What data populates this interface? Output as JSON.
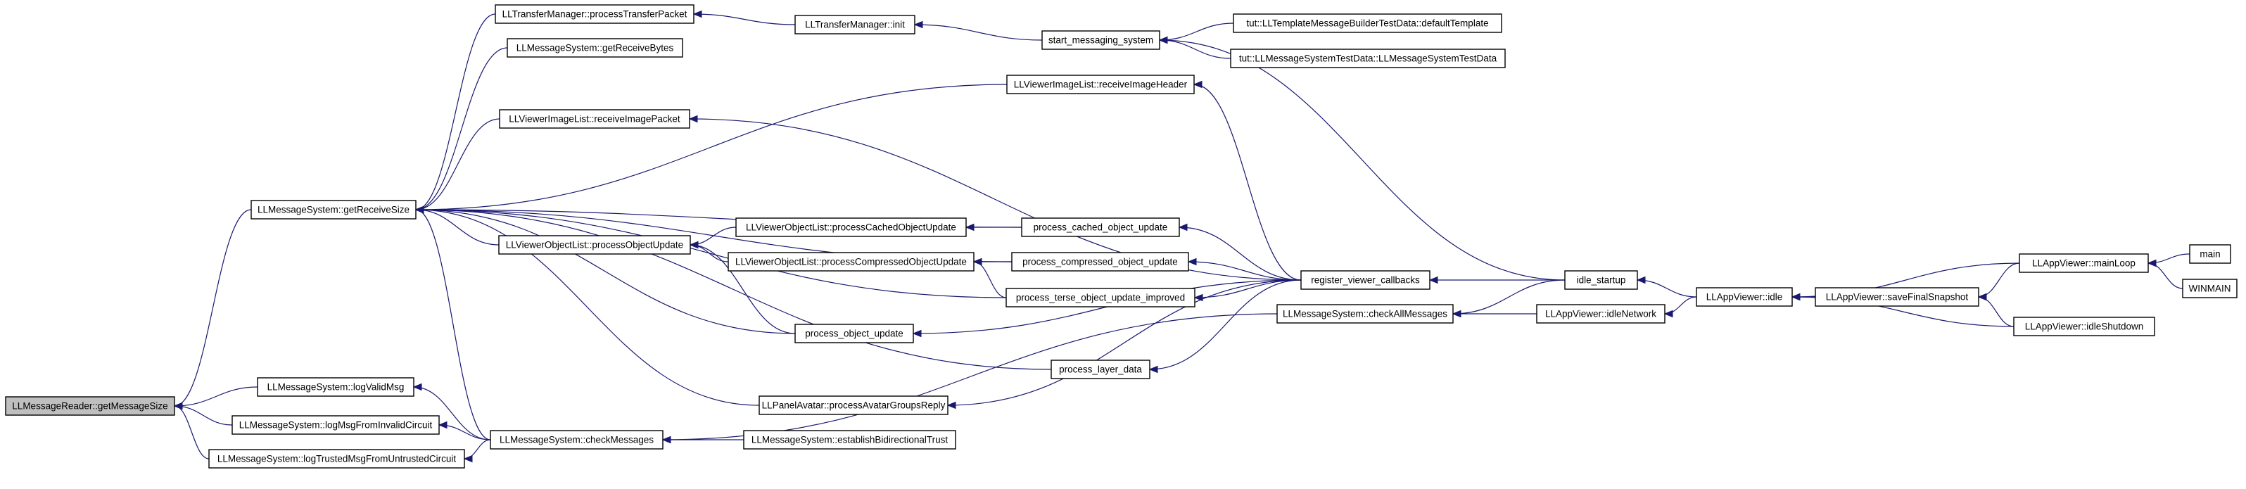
{
  "diagram": {
    "type": "call-graph",
    "edge_color": "#191970",
    "root_fill": "#bfbfbf",
    "nodes": [
      {
        "id": "getMessageSize",
        "label": "LLMessageReader::getMessageSize",
        "root": true
      },
      {
        "id": "getReceiveSize",
        "label": "LLMessageSystem::getReceiveSize"
      },
      {
        "id": "logValidMsg",
        "label": "LLMessageSystem::logValidMsg"
      },
      {
        "id": "logMsgFromInvalidCircuit",
        "label": "LLMessageSystem::logMsgFromInvalidCircuit"
      },
      {
        "id": "logTrustedMsgFromUntrustedCircuit",
        "label": "LLMessageSystem::logTrustedMsgFromUntrustedCircuit"
      },
      {
        "id": "processTransferPacket",
        "label": "LLTransferManager::processTransferPacket"
      },
      {
        "id": "getReceiveBytes",
        "label": "LLMessageSystem::getReceiveBytes"
      },
      {
        "id": "receiveImagePacket",
        "label": "LLViewerImageList::receiveImagePacket"
      },
      {
        "id": "processObjectUpdate",
        "label": "LLViewerObjectList::processObjectUpdate"
      },
      {
        "id": "processAvatarGroupsReply",
        "label": "LLPanelAvatar::processAvatarGroupsReply"
      },
      {
        "id": "checkMessages",
        "label": "LLMessageSystem::checkMessages"
      },
      {
        "id": "transferInit",
        "label": "LLTransferManager::init"
      },
      {
        "id": "processCachedObjectUpdate",
        "label": "LLViewerObjectList::processCachedObjectUpdate"
      },
      {
        "id": "processCompressedObjectUpdate",
        "label": "LLViewerObjectList::processCompressedObjectUpdate"
      },
      {
        "id": "process_object_update",
        "label": "process_object_update"
      },
      {
        "id": "establishBidirectionalTrust",
        "label": "LLMessageSystem::establishBidirectionalTrust"
      },
      {
        "id": "start_messaging_system",
        "label": "start_messaging_system"
      },
      {
        "id": "receiveImageHeader",
        "label": "LLViewerImageList::receiveImageHeader"
      },
      {
        "id": "process_cached_object_update",
        "label": "process_cached_object_update"
      },
      {
        "id": "process_compressed_object_update",
        "label": "process_compressed_object_update"
      },
      {
        "id": "process_terse_object_update_improved",
        "label": "process_terse_object_update_improved"
      },
      {
        "id": "process_layer_data",
        "label": "process_layer_data"
      },
      {
        "id": "defaultTemplate",
        "label": "tut::LLTemplateMessageBuilderTestData::defaultTemplate"
      },
      {
        "id": "messageSystemTestData",
        "label": "tut::LLMessageSystemTestData::LLMessageSystemTestData"
      },
      {
        "id": "register_viewer_callbacks",
        "label": "register_viewer_callbacks"
      },
      {
        "id": "checkAllMessages",
        "label": "LLMessageSystem::checkAllMessages"
      },
      {
        "id": "idle_startup",
        "label": "idle_startup"
      },
      {
        "id": "idleNetwork",
        "label": "LLAppViewer::idleNetwork"
      },
      {
        "id": "idle",
        "label": "LLAppViewer::idle"
      },
      {
        "id": "saveFinalSnapshot",
        "label": "LLAppViewer::saveFinalSnapshot"
      },
      {
        "id": "mainLoop",
        "label": "LLAppViewer::mainLoop"
      },
      {
        "id": "idleShutdown",
        "label": "LLAppViewer::idleShutdown"
      },
      {
        "id": "main",
        "label": "main"
      },
      {
        "id": "WINMAIN",
        "label": "WINMAIN"
      }
    ],
    "edges": [
      {
        "from": "getReceiveSize",
        "to": "getMessageSize"
      },
      {
        "from": "logValidMsg",
        "to": "getMessageSize"
      },
      {
        "from": "logMsgFromInvalidCircuit",
        "to": "getMessageSize"
      },
      {
        "from": "logTrustedMsgFromUntrustedCircuit",
        "to": "getMessageSize"
      },
      {
        "from": "processTransferPacket",
        "to": "getReceiveSize"
      },
      {
        "from": "getReceiveBytes",
        "to": "getReceiveSize"
      },
      {
        "from": "receiveImageHeader",
        "to": "getReceiveSize"
      },
      {
        "from": "receiveImagePacket",
        "to": "getReceiveSize"
      },
      {
        "from": "process_cached_object_update",
        "to": "getReceiveSize"
      },
      {
        "from": "processObjectUpdate",
        "to": "getReceiveSize"
      },
      {
        "from": "process_compressed_object_update",
        "to": "getReceiveSize"
      },
      {
        "from": "process_terse_object_update_improved",
        "to": "getReceiveSize"
      },
      {
        "from": "process_object_update",
        "to": "getReceiveSize"
      },
      {
        "from": "process_layer_data",
        "to": "getReceiveSize"
      },
      {
        "from": "processAvatarGroupsReply",
        "to": "getReceiveSize"
      },
      {
        "from": "checkMessages",
        "to": "getReceiveSize"
      },
      {
        "from": "checkMessages",
        "to": "logValidMsg"
      },
      {
        "from": "checkMessages",
        "to": "logMsgFromInvalidCircuit"
      },
      {
        "from": "checkMessages",
        "to": "logTrustedMsgFromUntrustedCircuit"
      },
      {
        "from": "transferInit",
        "to": "processTransferPacket"
      },
      {
        "from": "start_messaging_system",
        "to": "transferInit"
      },
      {
        "from": "defaultTemplate",
        "to": "start_messaging_system"
      },
      {
        "from": "messageSystemTestData",
        "to": "start_messaging_system"
      },
      {
        "from": "idle_startup",
        "to": "start_messaging_system"
      },
      {
        "from": "register_viewer_callbacks",
        "to": "receiveImageHeader"
      },
      {
        "from": "register_viewer_callbacks",
        "to": "receiveImagePacket"
      },
      {
        "from": "processCachedObjectUpdate",
        "to": "processObjectUpdate"
      },
      {
        "from": "processCompressedObjectUpdate",
        "to": "processObjectUpdate"
      },
      {
        "from": "process_object_update",
        "to": "processObjectUpdate"
      },
      {
        "from": "process_cached_object_update",
        "to": "processCachedObjectUpdate"
      },
      {
        "from": "process_compressed_object_update",
        "to": "processCompressedObjectUpdate"
      },
      {
        "from": "process_terse_object_update_improved",
        "to": "processCompressedObjectUpdate"
      },
      {
        "from": "register_viewer_callbacks",
        "to": "process_cached_object_update"
      },
      {
        "from": "register_viewer_callbacks",
        "to": "process_compressed_object_update"
      },
      {
        "from": "register_viewer_callbacks",
        "to": "process_terse_object_update_improved"
      },
      {
        "from": "register_viewer_callbacks",
        "to": "process_object_update"
      },
      {
        "from": "register_viewer_callbacks",
        "to": "process_layer_data"
      },
      {
        "from": "register_viewer_callbacks",
        "to": "processAvatarGroupsReply"
      },
      {
        "from": "establishBidirectionalTrust",
        "to": "checkMessages"
      },
      {
        "from": "checkAllMessages",
        "to": "checkMessages"
      },
      {
        "from": "idle_startup",
        "to": "register_viewer_callbacks"
      },
      {
        "from": "idle_startup",
        "to": "checkAllMessages"
      },
      {
        "from": "idleNetwork",
        "to": "checkAllMessages"
      },
      {
        "from": "idle",
        "to": "idle_startup"
      },
      {
        "from": "idle",
        "to": "idleNetwork"
      },
      {
        "from": "mainLoop",
        "to": "idle"
      },
      {
        "from": "saveFinalSnapshot",
        "to": "idle"
      },
      {
        "from": "idleShutdown",
        "to": "idle"
      },
      {
        "from": "mainLoop",
        "to": "saveFinalSnapshot"
      },
      {
        "from": "idleShutdown",
        "to": "saveFinalSnapshot"
      },
      {
        "from": "main",
        "to": "mainLoop"
      },
      {
        "from": "WINMAIN",
        "to": "mainLoop"
      }
    ]
  }
}
